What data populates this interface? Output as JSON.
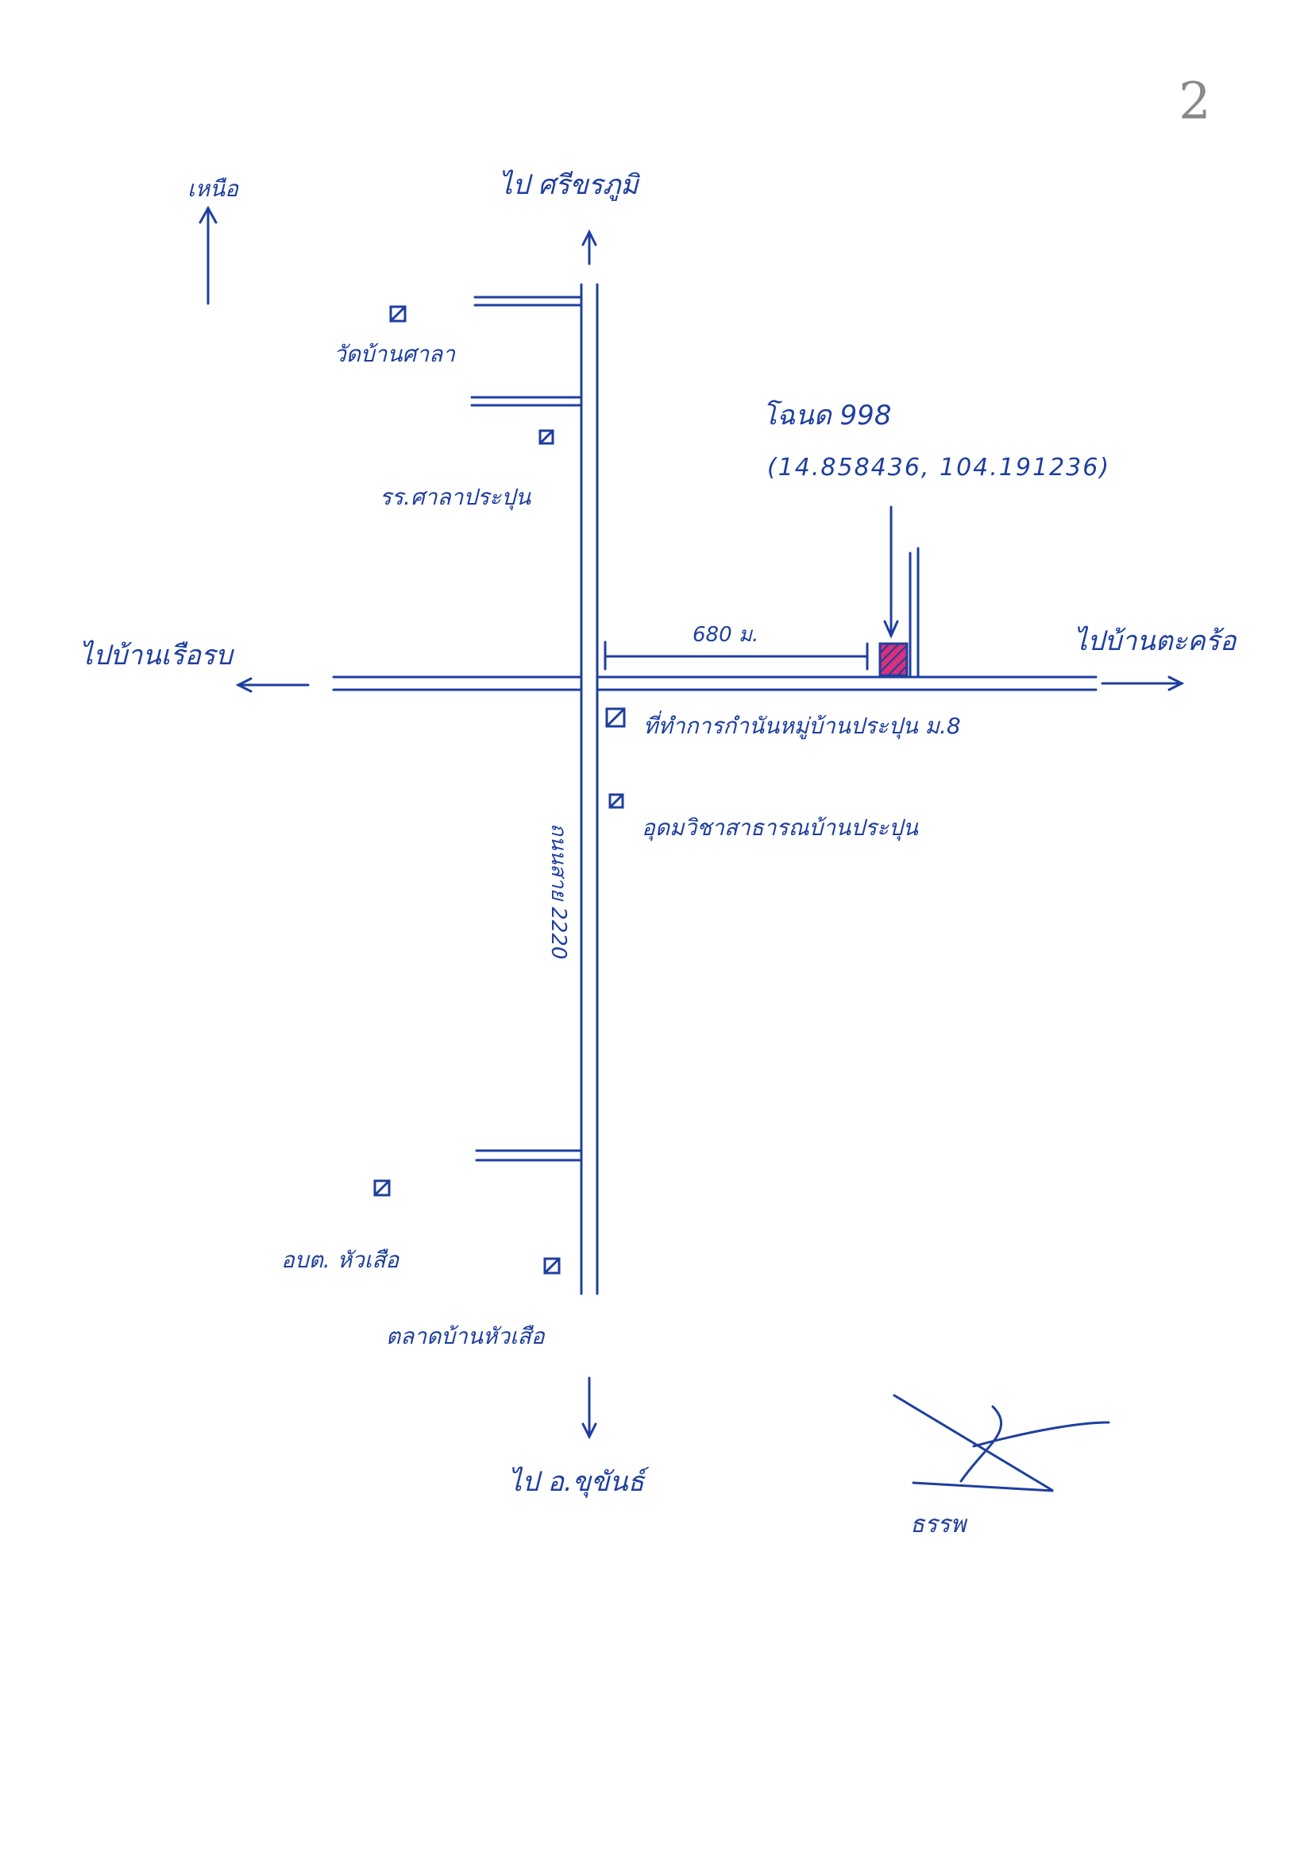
{
  "page_number": "2",
  "north_label": "เหนือ",
  "destinations": {
    "north": "ไป ศรีขรภูมิ",
    "west": "ไปบ้านเรือรบ",
    "east": "ไปบ้านตะคร้อ",
    "south": "ไป อ.ขุขันธ์"
  },
  "target": {
    "label": "โฉนด 998",
    "coordinates": "(14.858436, 104.191236)"
  },
  "distance_label": "680 ม.",
  "road_label": "ถนนสาย 2220",
  "landmarks": {
    "temple": "วัดบ้านศาลา",
    "school": "รร.ศาลาประปุน",
    "village_office": "ที่ทำการกำนันหมู่บ้านประปุน ม.8",
    "health_center": "อุดมวิชาสาธารณบ้านประปุน",
    "tambon_office": "อบต. หัวเสือ",
    "market": "ตลาดบ้านหัวเสือ"
  },
  "signature_name": "ธรรพ",
  "colors": {
    "ink": "#1f3f9e",
    "parcel_fill": "#d8307a",
    "paper": "#ffffff"
  }
}
